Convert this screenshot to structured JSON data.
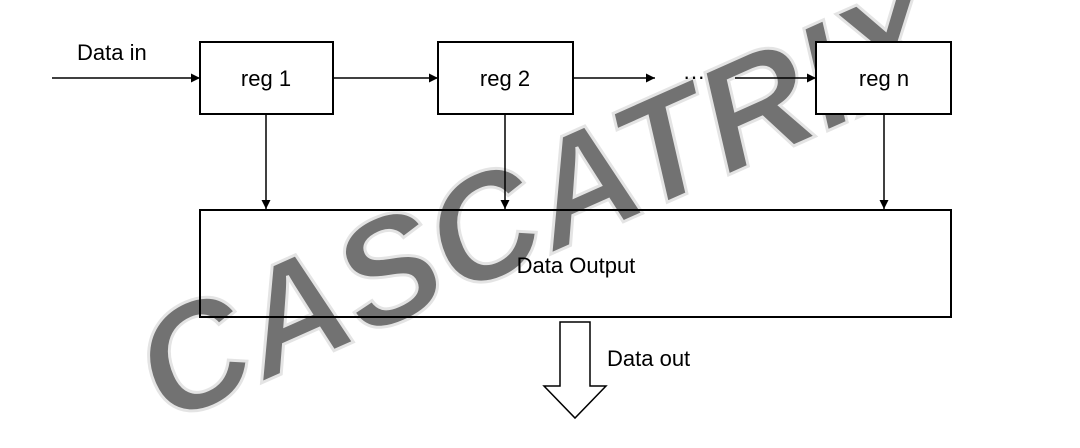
{
  "diagram": {
    "input_label": "Data in",
    "registers": [
      {
        "label": "reg 1"
      },
      {
        "label": "reg 2"
      },
      {
        "label": "reg n"
      }
    ],
    "ellipsis": "···",
    "output_block_label": "Data Output",
    "output_label": "Data out"
  },
  "watermark": {
    "text": "CASCATRIX",
    "color": "#d0d0d0"
  },
  "colors": {
    "stroke": "#000000",
    "background": "#ffffff"
  }
}
